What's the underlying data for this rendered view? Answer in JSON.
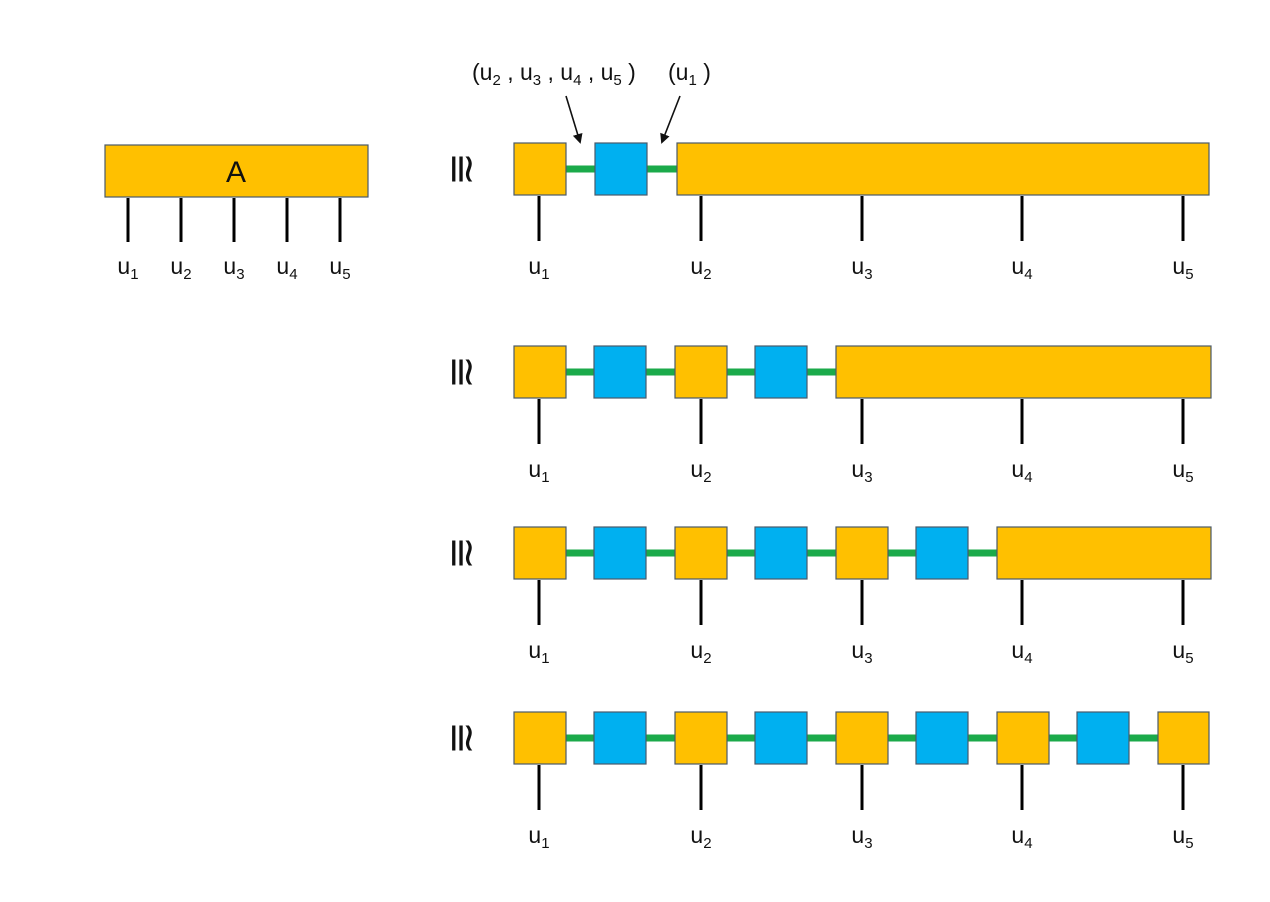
{
  "colors": {
    "tensor": "#FFC000",
    "core": "#00B0F0",
    "bond": "#1BAA4A",
    "leg": "#000000",
    "outline": "#4A5A6A"
  },
  "tensor_label": "A",
  "approx_symbol": "≅",
  "index_base": "u",
  "indices": [
    "1",
    "2",
    "3",
    "4",
    "5"
  ],
  "annotations": {
    "left": "(u2, u3, u4, u5)",
    "right": "(u1)"
  },
  "decomposition_steps": [
    {
      "step": 1,
      "cores": 1
    },
    {
      "step": 2,
      "cores": 2
    },
    {
      "step": 3,
      "cores": 3
    },
    {
      "step": 4,
      "cores": 4
    }
  ]
}
